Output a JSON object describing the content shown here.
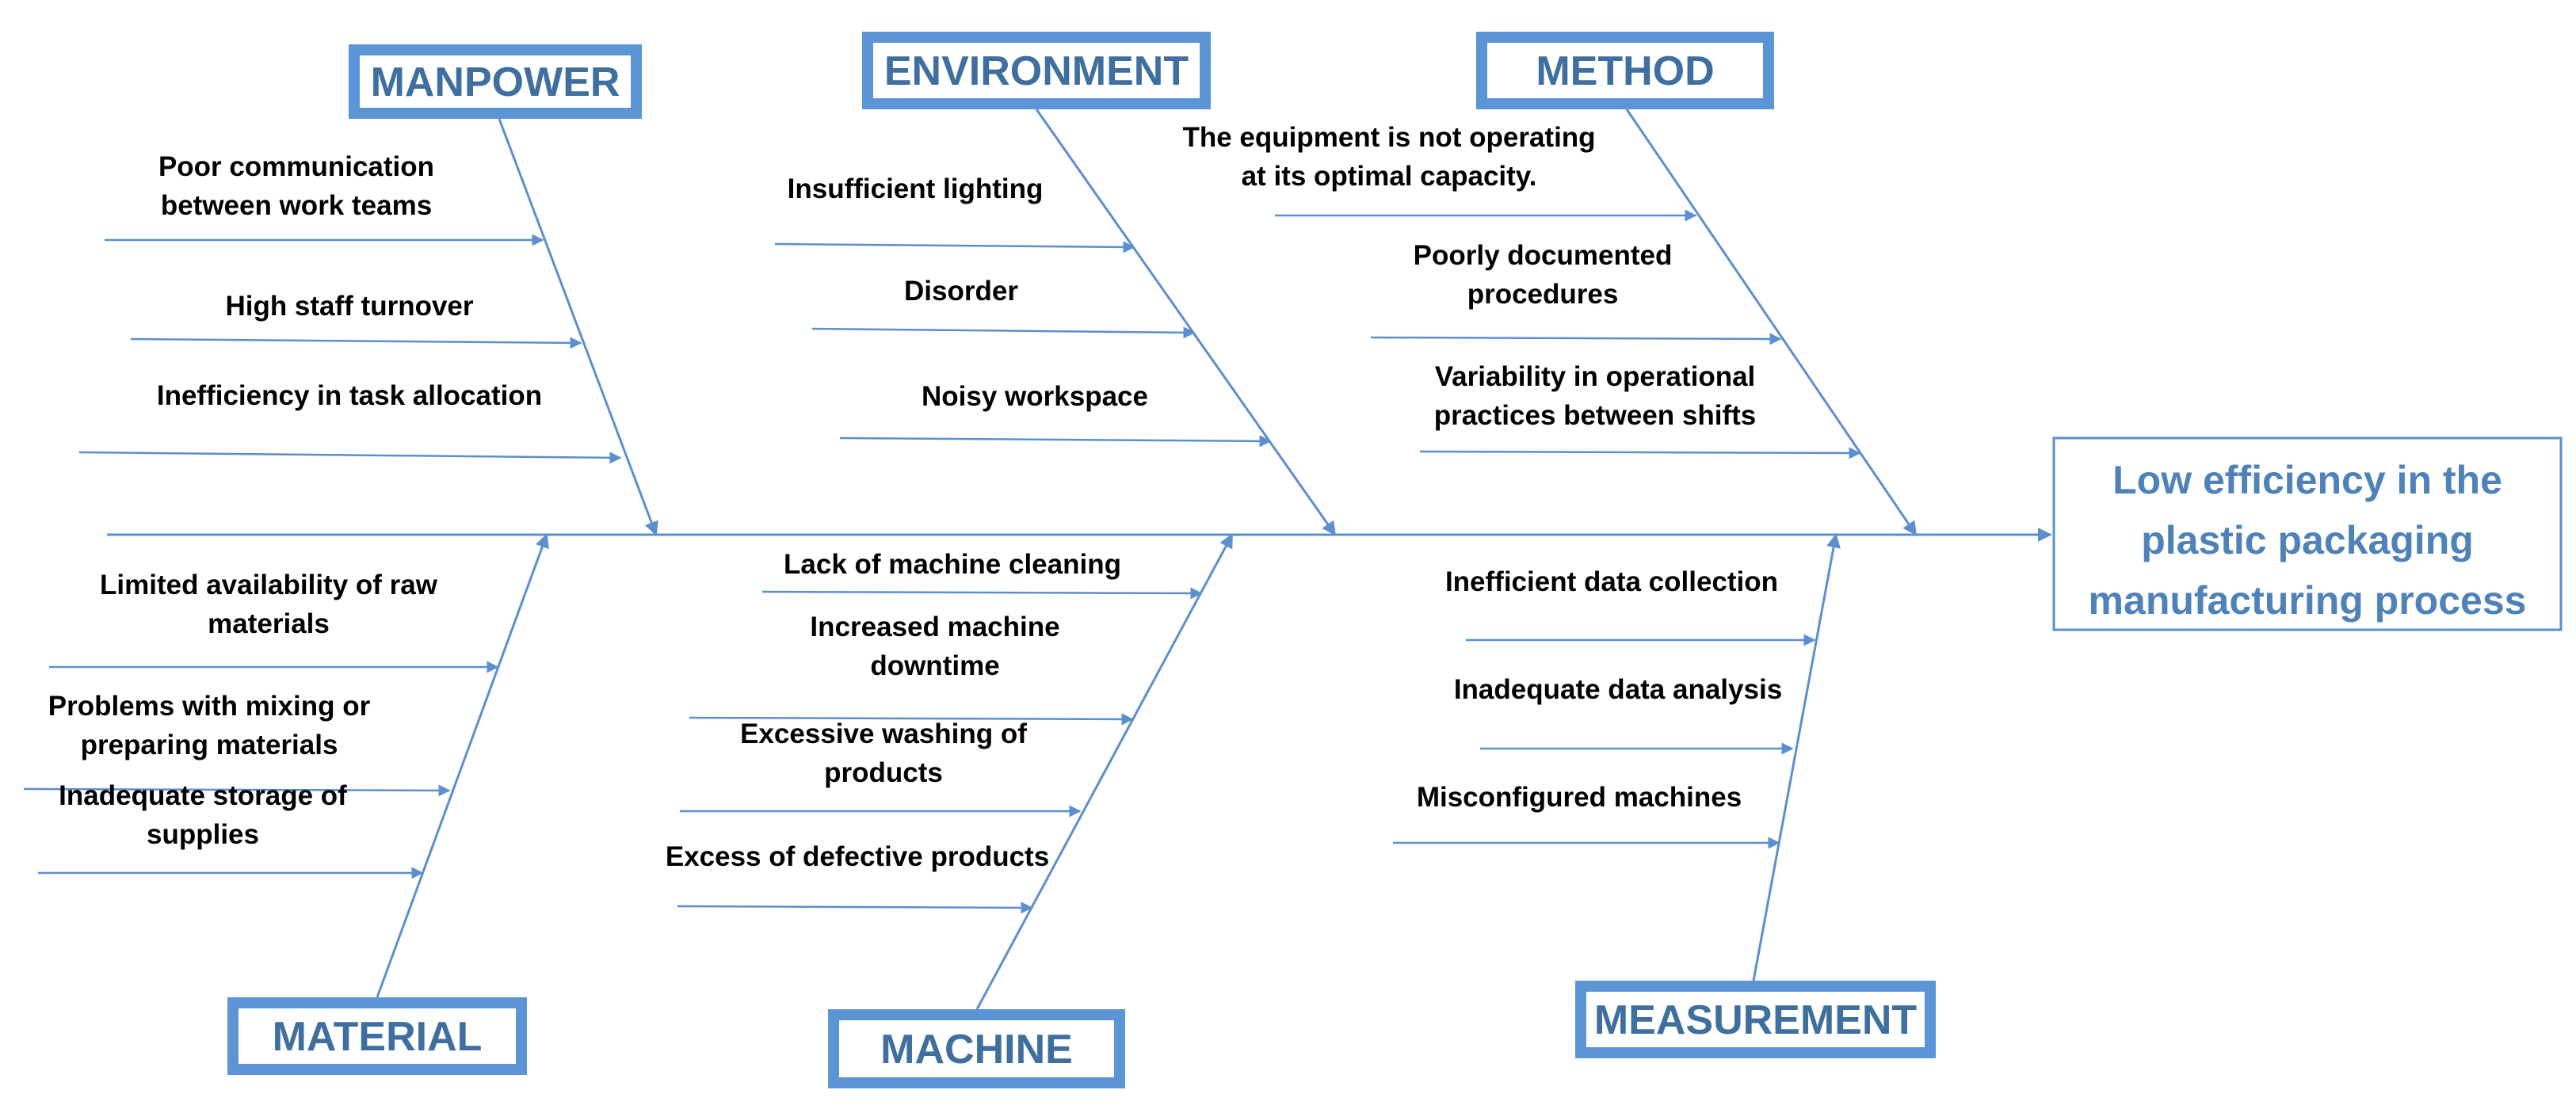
{
  "colors": {
    "line": "#5b8fce",
    "category_box": "#5b95d5",
    "category_text": "#3f6f9e",
    "effect_text": "#4e82b8",
    "cause_text": "#000000"
  },
  "effect": {
    "lines": [
      "Low efficiency in the",
      "plastic packaging",
      "manufacturing process"
    ]
  },
  "categories": {
    "manpower": {
      "label": "MANPOWER",
      "causes": [
        [
          "Poor communication",
          "between work teams"
        ],
        [
          "High staff turnover"
        ],
        [
          "Inefficiency in task allocation"
        ]
      ]
    },
    "environment": {
      "label": "ENVIRONMENT",
      "causes": [
        [
          "Insufficient lighting"
        ],
        [
          "Disorder"
        ],
        [
          "Noisy workspace"
        ]
      ]
    },
    "method": {
      "label": "METHOD",
      "causes": [
        [
          "The equipment is not operating",
          "at its optimal capacity."
        ],
        [
          "Poorly documented",
          "procedures"
        ],
        [
          "Variability in operational",
          "practices between shifts"
        ]
      ]
    },
    "material": {
      "label": "MATERIAL",
      "causes": [
        [
          "Limited availability of raw",
          "materials"
        ],
        [
          "Problems with mixing or",
          "preparing materials"
        ],
        [
          "Inadequate storage of",
          "supplies"
        ]
      ]
    },
    "machine": {
      "label": "MACHINE",
      "causes": [
        [
          "Lack of machine cleaning"
        ],
        [
          "Increased machine",
          "downtime"
        ],
        [
          "Excessive washing of",
          "products"
        ],
        [
          "Excess of defective products"
        ]
      ]
    },
    "measurement": {
      "label": "MEASUREMENT",
      "causes": [
        [
          "Inefficient data collection"
        ],
        [
          "Inadequate data analysis"
        ],
        [
          "Misconfigured machines"
        ]
      ]
    }
  }
}
